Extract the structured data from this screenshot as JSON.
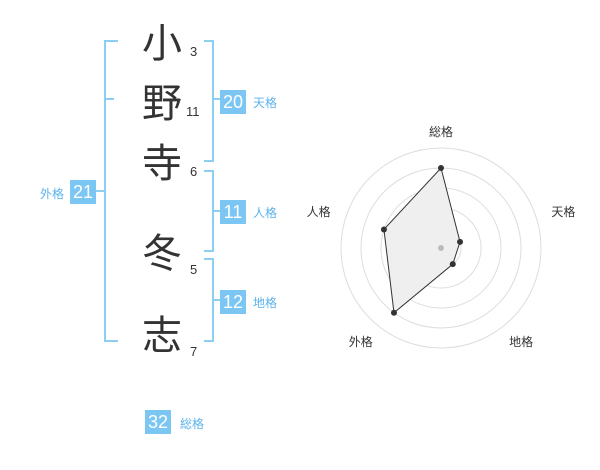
{
  "name": {
    "characters": [
      {
        "char": "小",
        "strokes": "3"
      },
      {
        "char": "野",
        "strokes": "11"
      },
      {
        "char": "寺",
        "strokes": "6"
      },
      {
        "char": "冬",
        "strokes": "5"
      },
      {
        "char": "志",
        "strokes": "7"
      }
    ]
  },
  "fortunes": {
    "tenkaku": {
      "value": "20",
      "label": "天格"
    },
    "jinkaku": {
      "value": "11",
      "label": "人格"
    },
    "chikaku": {
      "value": "12",
      "label": "地格"
    },
    "gaikaku": {
      "value": "21",
      "label": "外格"
    },
    "soukaku": {
      "value": "32",
      "label": "総格"
    }
  },
  "chart_data": {
    "type": "radar",
    "axes": [
      "総格",
      "天格",
      "地格",
      "外格",
      "人格"
    ],
    "values": [
      4,
      1,
      1,
      4,
      3
    ],
    "max": 5,
    "colors": {
      "fill": "#efefef",
      "stroke": "#333333",
      "grid": "#dddddd",
      "center": "#bbbbbb"
    }
  }
}
